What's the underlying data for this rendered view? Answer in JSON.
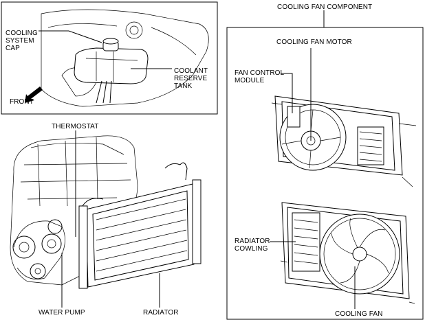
{
  "labels": {
    "cooling_system_cap": "COOLING\nSYSTEM\nCAP",
    "coolant_reserve_tank": "COOLANT\nRESERVE\nTANK",
    "front": "FRONT",
    "thermostat": "THERMOSTAT",
    "water_pump": "WATER PUMP",
    "radiator": "RADIATOR",
    "cooling_fan_component": "COOLING FAN COMPONENT",
    "cooling_fan_motor": "COOLING FAN MOTOR",
    "fan_control_module": "FAN CONTROL\nMODULE",
    "radiator_cowling": "RADIATOR\nCOWLING",
    "cooling_fan": "COOLING FAN"
  }
}
